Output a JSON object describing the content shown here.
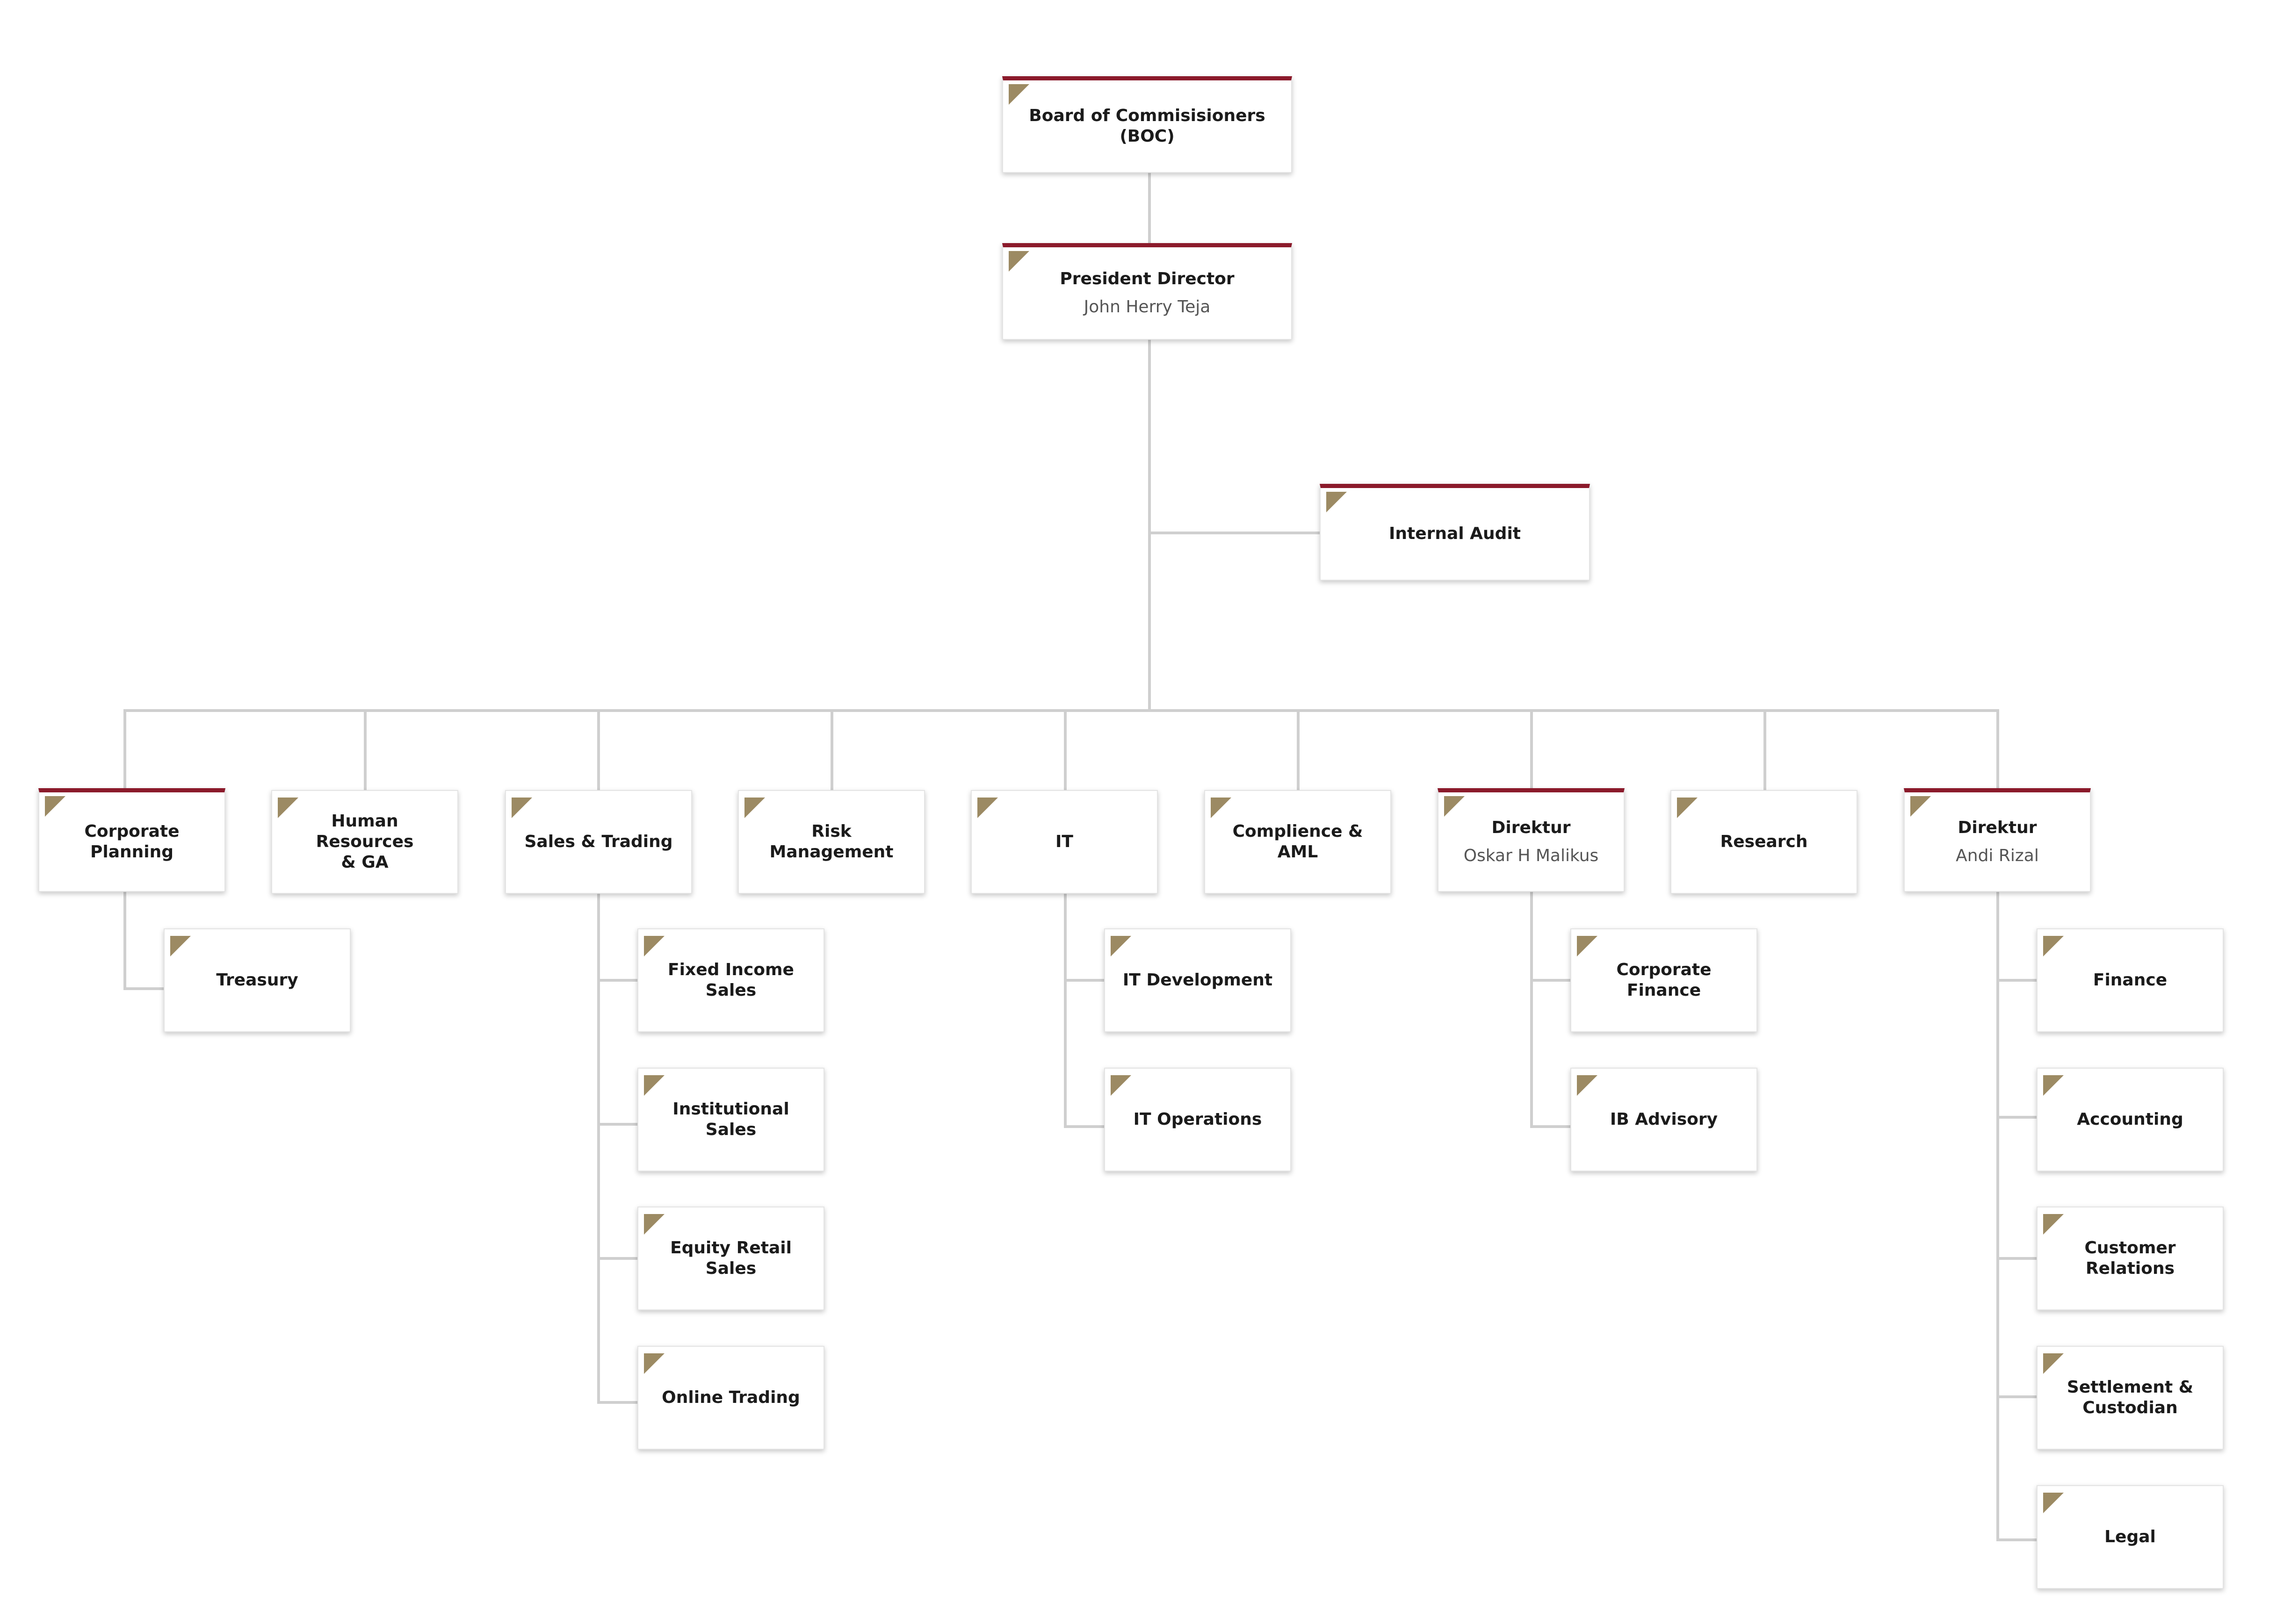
{
  "nodes": {
    "boc": {
      "title": "Board of Commisisioners (BOC)",
      "subtitle": ""
    },
    "president": {
      "title": "President Director",
      "subtitle": "John Herry Teja"
    },
    "internal_audit": {
      "title": "Internal Audit",
      "subtitle": ""
    },
    "corporate_planning": {
      "title": "Corporate Planning",
      "subtitle": ""
    },
    "treasury": {
      "title": "Treasury",
      "subtitle": ""
    },
    "hr_ga": {
      "title": "Human Resources\n& GA",
      "subtitle": ""
    },
    "sales_trading": {
      "title": "Sales & Trading",
      "subtitle": ""
    },
    "fixed_income_sales": {
      "title": "Fixed Income Sales",
      "subtitle": ""
    },
    "institutional_sales": {
      "title": "Institutional Sales",
      "subtitle": ""
    },
    "equity_retail_sales": {
      "title": "Equity Retail Sales",
      "subtitle": ""
    },
    "online_trading": {
      "title": "Online Trading",
      "subtitle": ""
    },
    "risk_management": {
      "title": "Risk Management",
      "subtitle": ""
    },
    "it": {
      "title": "IT",
      "subtitle": ""
    },
    "it_development": {
      "title": "IT Development",
      "subtitle": ""
    },
    "it_operations": {
      "title": "IT Operations",
      "subtitle": ""
    },
    "compliance_aml": {
      "title": "Complience & AML",
      "subtitle": ""
    },
    "direktur_oskar": {
      "title": "Direktur",
      "subtitle": "Oskar H Malikus"
    },
    "corporate_finance": {
      "title": "Corporate Finance",
      "subtitle": ""
    },
    "ib_advisory": {
      "title": "IB Advisory",
      "subtitle": ""
    },
    "research": {
      "title": "Research",
      "subtitle": ""
    },
    "direktur_andi": {
      "title": "Direktur",
      "subtitle": "Andi Rizal"
    },
    "finance": {
      "title": "Finance",
      "subtitle": ""
    },
    "accounting": {
      "title": "Accounting",
      "subtitle": ""
    },
    "customer_relations": {
      "title": "Customer\nRelations",
      "subtitle": ""
    },
    "settlement_custodian": {
      "title": "Settlement &\nCustodian",
      "subtitle": ""
    },
    "legal": {
      "title": "Legal",
      "subtitle": ""
    }
  },
  "colors": {
    "accent_bar": "#8b1a2b",
    "corner_tag": "#9c8a63",
    "connector": "#cfcfcf"
  }
}
